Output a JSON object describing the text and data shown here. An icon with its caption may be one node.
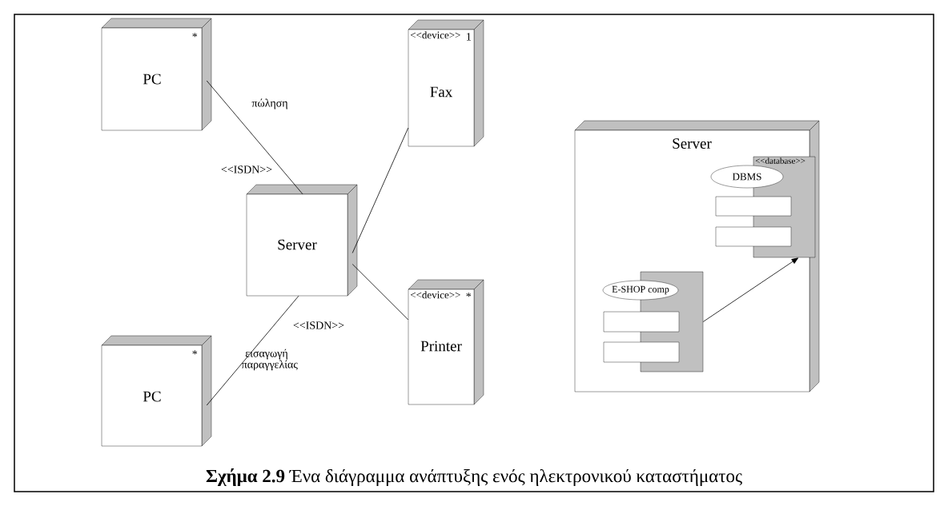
{
  "diagram": {
    "caption": "**Σχήμα 2.9** Ένα διάγραμμα ανάπτυξης ενός ηλεκτρονικού καταστήματος",
    "nodes": [
      {
        "text": [
          "*",
          "PC"
        ]
      },
      {
        "text": [
          "Server"
        ]
      },
      {
        "text": [
          "*",
          "PC"
        ]
      },
      {
        "text": [
          "<<device>>",
          "1",
          "Fax"
        ]
      },
      {
        "text": [
          "<<device>>",
          "*",
          "Printer"
        ]
      },
      {
        "text": [
          "Server"
        ]
      },
      {
        "text": [
          "<<database>>"
        ],
        "in": 5
      },
      {
        "text": [
          "DBMS"
        ],
        "in": 5
      },
      {
        "text": [],
        "shape": "box",
        "in": 5
      },
      {
        "text": [
          "E-SHOP comp"
        ],
        "in": 5
      }
    ],
    "edges": [
      {
        "from": 0,
        "to": 1,
        "arrow": "none",
        "label": "<<ISDN>>"
      },
      {
        "from": 1,
        "to": 2,
        "arrow": "none",
        "label": "<<ISDN>>"
      },
      {
        "from": 1,
        "to": 3,
        "arrow": "none"
      },
      {
        "from": 1,
        "to": 4,
        "arrow": "none"
      },
      {
        "from": 8,
        "to": 6,
        "arrow": "to"
      }
    ],
    "labels": [
      "πώληση",
      "εισαγωγή παραγγελίας"
    ]
  }
}
